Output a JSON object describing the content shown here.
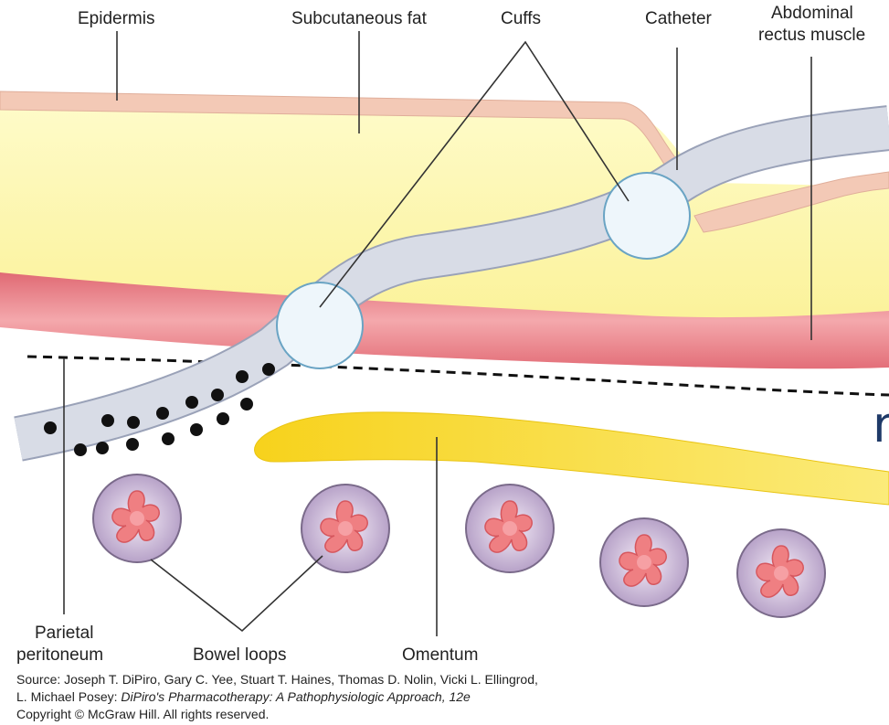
{
  "labels": {
    "epidermis": "Epidermis",
    "subcutaneous_fat": "Subcutaneous fat",
    "cuffs": "Cuffs",
    "catheter": "Catheter",
    "abdominal_line1": "Abdominal",
    "abdominal_line2": "rectus muscle",
    "parietal_line1": "Parietal",
    "parietal_line2": "peritoneum",
    "bowel_loops": "Bowel loops",
    "omentum": "Omentum"
  },
  "source": {
    "line1": "Source: Joseph T. DiPiro, Gary C. Yee, Stuart T. Haines, Thomas D. Nolin, Vicki L. Ellingrod,",
    "line2_prefix": "L. Michael Posey: ",
    "line2_title": "DiPiro's Pharmacotherapy: A Pathophysiologic Approach, 12e",
    "line3": "Copyright © McGraw Hill. All rights reserved."
  },
  "edge_fragment": "n",
  "colors": {
    "fat": "#fdf7a8",
    "skin": "#f2c9b8",
    "muscle": "#e8828a",
    "catheter": "#d4d8e4",
    "cuff": "#eef6fb",
    "omentum": "#f8d93a",
    "bowel_wall": "#c9b6d6",
    "bowel_lumen": "#f08b8b",
    "accent_blue": "#1f3a68"
  }
}
